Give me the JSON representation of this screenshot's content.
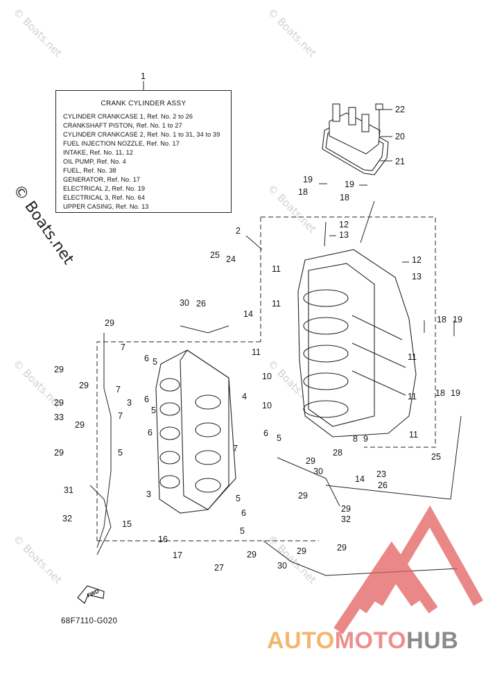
{
  "legend": {
    "ref": "1",
    "title": "CRANK CYLINDER ASSY",
    "lines": [
      "CYLINDER CRANKCASE 1,  Ref. No. 2 to 26",
      "CRANKSHAFT PISTON,  Ref. No. 1 to 27",
      "CYLINDER CRANKCASE 2,  Ref. No. 1 to 31, 34 to 39",
      "FUEL INJECTION NOZZLE,  Ref. No. 17",
      "INTAKE,  Ref. No. 11, 12",
      "OIL PUMP,  Ref. No. 4",
      "FUEL,  Ref. No. 38",
      "GENERATOR,  Ref. No. 17",
      "ELECTRICAL 2,  Ref. No. 19",
      "ELECTRICAL 3,  Ref. No. 64",
      "UPPER CASING,  Ref. No. 13"
    ]
  },
  "diagram_code": "68F7110-G020",
  "fwd_label": "FWD",
  "watermark": "© Boats.net",
  "brand": {
    "part1": "AUTO",
    "part2": "MOTO",
    "part3": "HUB"
  },
  "colors": {
    "logo_red": "#e36060",
    "logo_orange": "#f4b66d",
    "logo_gray": "#8a8a8a"
  },
  "callouts": [
    {
      "id": "c22",
      "text": "22"
    },
    {
      "id": "c20",
      "text": "20"
    },
    {
      "id": "c21",
      "text": "21"
    },
    {
      "id": "c19a",
      "text": "19"
    },
    {
      "id": "c18a",
      "text": "18"
    },
    {
      "id": "c19b",
      "text": "19"
    },
    {
      "id": "c18b",
      "text": "18"
    },
    {
      "id": "c12a",
      "text": "12"
    },
    {
      "id": "c13a",
      "text": "13"
    },
    {
      "id": "c12b",
      "text": "12"
    },
    {
      "id": "c13b",
      "text": "13"
    },
    {
      "id": "c2",
      "text": "2"
    },
    {
      "id": "c25a",
      "text": "25"
    },
    {
      "id": "c24",
      "text": "24"
    },
    {
      "id": "c26a",
      "text": "26"
    },
    {
      "id": "c11a",
      "text": "11"
    },
    {
      "id": "c11b",
      "text": "11"
    },
    {
      "id": "c30a",
      "text": "30"
    },
    {
      "id": "c14a",
      "text": "14"
    },
    {
      "id": "c18c",
      "text": "18"
    },
    {
      "id": "c19c",
      "text": "19"
    },
    {
      "id": "c29a",
      "text": "29"
    },
    {
      "id": "c11c",
      "text": "11"
    },
    {
      "id": "c10a",
      "text": "10"
    },
    {
      "id": "c11d",
      "text": "11"
    },
    {
      "id": "c18d",
      "text": "18"
    },
    {
      "id": "c19d",
      "text": "19"
    },
    {
      "id": "c7a",
      "text": "7"
    },
    {
      "id": "c6a",
      "text": "6"
    },
    {
      "id": "c5a",
      "text": "5"
    },
    {
      "id": "c29b",
      "text": "29"
    },
    {
      "id": "c29c",
      "text": "29"
    },
    {
      "id": "c7b",
      "text": "7"
    },
    {
      "id": "c3a",
      "text": "3"
    },
    {
      "id": "c6b",
      "text": "6"
    },
    {
      "id": "c29d",
      "text": "29"
    },
    {
      "id": "c5b",
      "text": "5"
    },
    {
      "id": "c33",
      "text": "33"
    },
    {
      "id": "c29e",
      "text": "29"
    },
    {
      "id": "c7c",
      "text": "7"
    },
    {
      "id": "c6c",
      "text": "6"
    },
    {
      "id": "c10b",
      "text": "10"
    },
    {
      "id": "c4",
      "text": "4"
    },
    {
      "id": "c11e",
      "text": "11"
    },
    {
      "id": "c8",
      "text": "8"
    },
    {
      "id": "c9",
      "text": "9"
    },
    {
      "id": "c11f",
      "text": "11"
    },
    {
      "id": "c29f",
      "text": "29"
    },
    {
      "id": "c5c",
      "text": "5"
    },
    {
      "id": "c6d",
      "text": "6"
    },
    {
      "id": "c5d",
      "text": "5"
    },
    {
      "id": "c7d",
      "text": "7"
    },
    {
      "id": "c29g",
      "text": "29"
    },
    {
      "id": "c28",
      "text": "28"
    },
    {
      "id": "c14b",
      "text": "14"
    },
    {
      "id": "c25b",
      "text": "25"
    },
    {
      "id": "c23",
      "text": "23"
    },
    {
      "id": "c26b",
      "text": "26"
    },
    {
      "id": "c31",
      "text": "31"
    },
    {
      "id": "c30b",
      "text": "30"
    },
    {
      "id": "c29h",
      "text": "29"
    },
    {
      "id": "c3b",
      "text": "3"
    },
    {
      "id": "c5e",
      "text": "5"
    },
    {
      "id": "c6e",
      "text": "6"
    },
    {
      "id": "c29i",
      "text": "29"
    },
    {
      "id": "c32a",
      "text": "32"
    },
    {
      "id": "c32b",
      "text": "32"
    },
    {
      "id": "c15",
      "text": "15"
    },
    {
      "id": "c16",
      "text": "16"
    },
    {
      "id": "c5f",
      "text": "5"
    },
    {
      "id": "c17",
      "text": "17"
    },
    {
      "id": "c29j",
      "text": "29"
    },
    {
      "id": "c29k",
      "text": "29"
    },
    {
      "id": "c27",
      "text": "27"
    },
    {
      "id": "c29l",
      "text": "29"
    },
    {
      "id": "c30c",
      "text": "30"
    }
  ]
}
